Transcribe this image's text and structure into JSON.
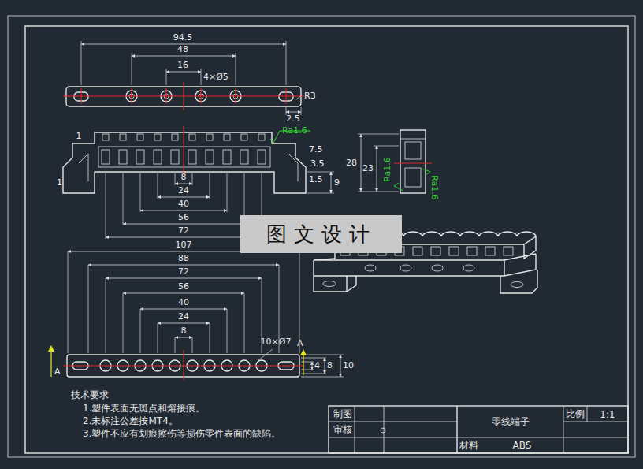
{
  "diagram": {
    "nodes": [
      {
        "text": [
          "图文设计"
        ]
      },
      {
        "text": [
          "制图"
        ]
      },
      {
        "text": [
          "审核"
        ]
      },
      {
        "text": [
          "零线端子"
        ]
      },
      {
        "text": [
          "比例"
        ]
      },
      {
        "text": [
          "1:1"
        ]
      },
      {
        "text": [
          "材料"
        ]
      },
      {
        "text": [
          "ABS"
        ]
      }
    ],
    "labels": [
      "94.5",
      "48",
      "16",
      "4×Ø5",
      "R3",
      "2.5",
      "Ra1.6",
      "1",
      "7.5",
      "3.5",
      "1",
      "1.5",
      "9",
      "8",
      "24",
      "40",
      "56",
      "72",
      "28",
      "23",
      "Ra1.6",
      "Ra1.6",
      "107",
      "88",
      "72",
      "56",
      "40",
      "24",
      "8",
      "10×Ø7",
      "A",
      "A",
      "4",
      "8",
      "10",
      "技术要求",
      "1.塑件表面无斑点和熔接痕。",
      "2.未标注公差按MT4。",
      "3.塑件不应有划痕擦伤等损伤零件表面的缺陷。"
    ]
  }
}
